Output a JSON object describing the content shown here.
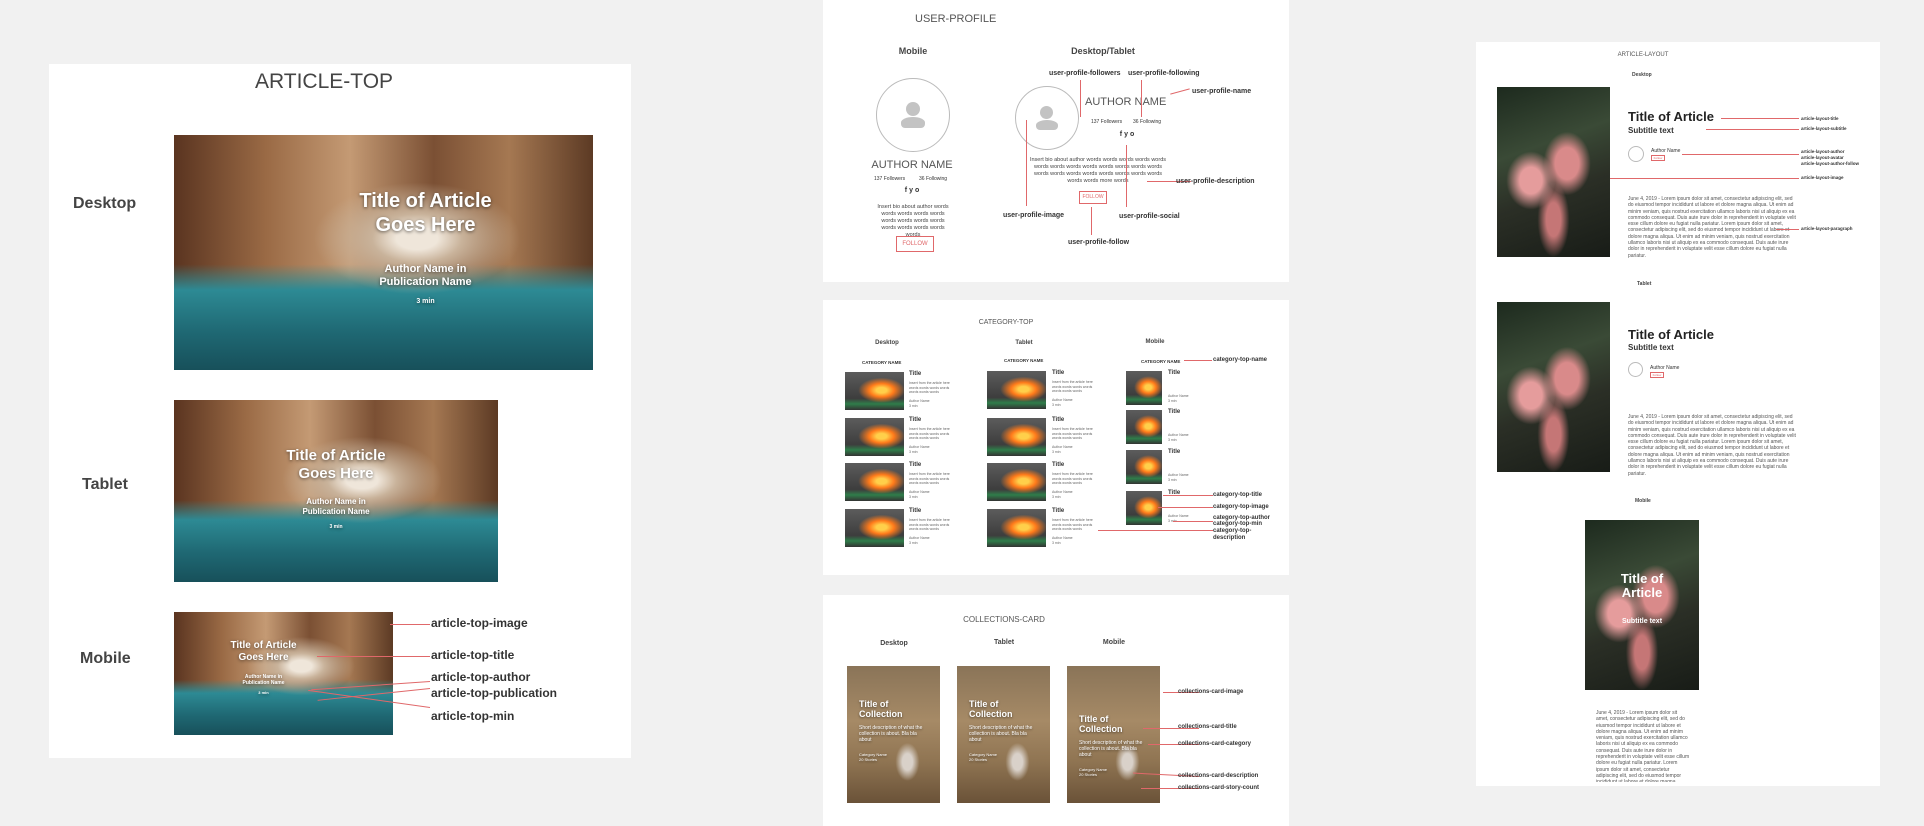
{
  "article_top": {
    "title": "ARTICLE-TOP",
    "labels": {
      "desktop": "Desktop",
      "tablet": "Tablet",
      "mobile": "Mobile"
    },
    "hero_title_lines": [
      "Title of Article",
      "Goes Here"
    ],
    "hero_author_lines": [
      "Author Name in",
      "Publication Name"
    ],
    "hero_min": "3 min",
    "annotations": [
      "article-top-image",
      "article-top-title",
      "article-top-author",
      "article-top-publication",
      "article-top-min"
    ]
  },
  "user_profile": {
    "title": "USER-PROFILE",
    "mobile_label": "Mobile",
    "desktop_label": "Desktop/Tablet",
    "author_name": "AUTHOR NAME",
    "followers": "137 Followers",
    "following": "36 Following",
    "social_icons": [
      "f",
      "y",
      "o"
    ],
    "bio": "Insert bio about author words words words words words words words words words words words words words words",
    "bio_desktop": "Insert bio about author words words words words words words words words words words words words words words words words words words words words words words words more words",
    "follow_label": "FOLLOW",
    "annotations": [
      "user-profile-followers",
      "user-profile-following",
      "user-profile-name",
      "user-profile-description",
      "user-profile-image",
      "user-profile-social",
      "user-profile-follow"
    ]
  },
  "category_top": {
    "title": "CATEGORY-TOP",
    "labels": {
      "desktop": "Desktop",
      "tablet": "Tablet",
      "mobile": "Mobile"
    },
    "category_name": "CATEGORY NAME",
    "card_title": "Title",
    "card_text": "Insert from the article here words words words words words words words",
    "card_author": "Author Name",
    "card_min": "3 min",
    "annotations": [
      "category-top-name",
      "category-top-title",
      "category-top-image",
      "category-top-author",
      "category-top-min",
      "category-top-description"
    ]
  },
  "collections_card": {
    "title": "COLLECTIONS-CARD",
    "labels": {
      "desktop": "Desktop",
      "tablet": "Tablet",
      "mobile": "Mobile"
    },
    "card_title_lines": [
      "Title of",
      "Collection"
    ],
    "card_desc": "Short description of what the collection is about. Bla bla about",
    "card_category": "Category Name",
    "card_count": "20 Stories",
    "annotations": [
      "collections-card-image",
      "collections-card-title",
      "collections-card-category",
      "collections-card-description",
      "collections-card-story-count"
    ]
  },
  "article_layout": {
    "title": "ARTICLE-LAYOUT",
    "labels": {
      "desktop": "Desktop",
      "tablet": "Tablet",
      "mobile": "Mobile"
    },
    "article_title": "Title of Article",
    "subtitle": "Subtitle text",
    "author_name": "Author Name",
    "follow_label": "Follow",
    "mobile_title_lines": [
      "Title of",
      "Article"
    ],
    "paragraph": "June 4, 2019 - Lorem ipsum dolor sit amet, consectetur adipiscing elit, sed do eiusmod tempor incididunt ut labore et dolore magna aliqua. Ut enim ad minim veniam, quis nostrud exercitation ullamco laboris nisi ut aliquip ex ea commodo consequat. Duis aute irure dolor in reprehenderit in voluptate velit esse cillum dolore eu fugiat nulla pariatur. Lorem ipsum dolor sit amet, consectetur adipiscing elit, sed do eiusmod tempor incididunt ut labore et dolore magna aliqua. Ut enim ad minim veniam, quis nostrud exercitation ullamco laboris nisi ut aliquip ex ea commodo consequat. Duis aute irure dolor in reprehenderit in voluptate velit esse cillum dolore eu fugiat nulla pariatur.",
    "annotations": [
      "article-layout-title",
      "article-layout-subtitle",
      "article-layout-author",
      "article-layout-avatar",
      "article-layout-author-follow",
      "article-layout-image",
      "article-layout-paragraph"
    ]
  },
  "colors": {
    "background": "#f1f1f1",
    "panel": "#ffffff",
    "annotation_line": "#e0686a"
  }
}
